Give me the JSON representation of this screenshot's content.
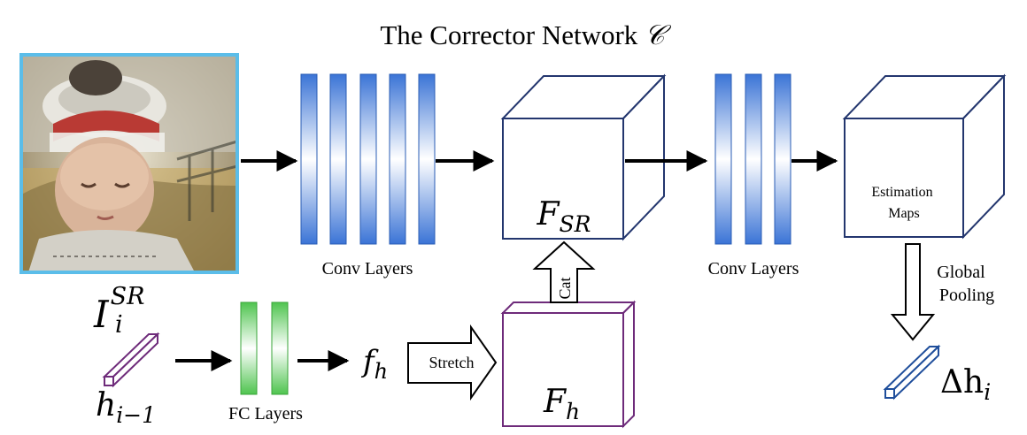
{
  "title": {
    "text": "The Corrector Network ",
    "symbol": "𝒞"
  },
  "labels": {
    "conv_layers_1": "Conv Layers",
    "conv_layers_2": "Conv Layers",
    "fc_layers": "FC Layers",
    "estimation_line1": "Estimation",
    "estimation_line2": "Maps",
    "global_line1": "Global",
    "global_line2": "Pooling",
    "stretch": "Stretch",
    "cat": "Cat"
  },
  "math": {
    "input_image": {
      "base": "I",
      "sub": "i",
      "sup": "SR"
    },
    "h_prev": {
      "base": "h",
      "sub": "i−1"
    },
    "f_h": {
      "base": "f",
      "sub": "h"
    },
    "F_SR": {
      "base": "F",
      "sub": "SR"
    },
    "F_h": {
      "base": "F",
      "sub": "h"
    },
    "delta_h": {
      "base": "Δh",
      "sub": "i"
    }
  },
  "image": {
    "subject": "portrait-of-child-in-silver-headdress",
    "border_color": "#5bbde9"
  },
  "colors": {
    "conv_blue": "#3b74d6",
    "fc_green": "#4fc44f",
    "cube_navy": "#23366e",
    "cube_purple": "#6e2b7a",
    "vector_blue": "#1f4e9b"
  }
}
